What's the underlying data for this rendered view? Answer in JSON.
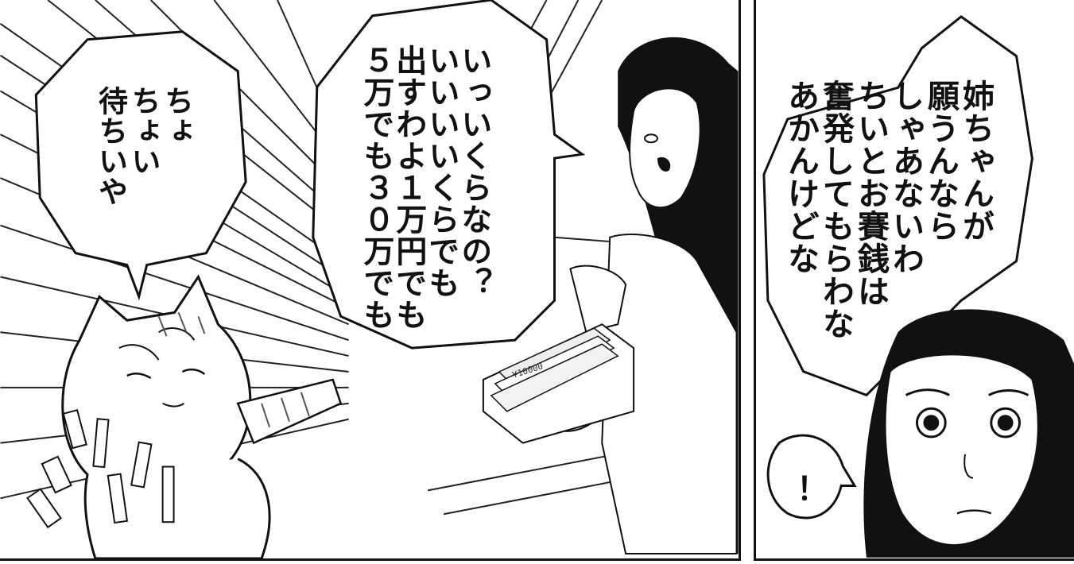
{
  "panels": [
    {
      "id": "left",
      "bubbles": {
        "cat_wait": "ちょ\nちょい\n待ちいや",
        "sister_money": "いっいくらなの？\nいいいいくらでも\n出すわよ１万円でも\n５万でも３０万でも"
      },
      "banknote": "¥10000"
    },
    {
      "id": "right",
      "bubbles": {
        "cat_reply": "姉ちゃんが\n願うんなら\nしゃあないわ\nちいとお賽銭は\n奮発してもらわな\nあかんけどな",
        "exclamation": "！"
      }
    }
  ]
}
